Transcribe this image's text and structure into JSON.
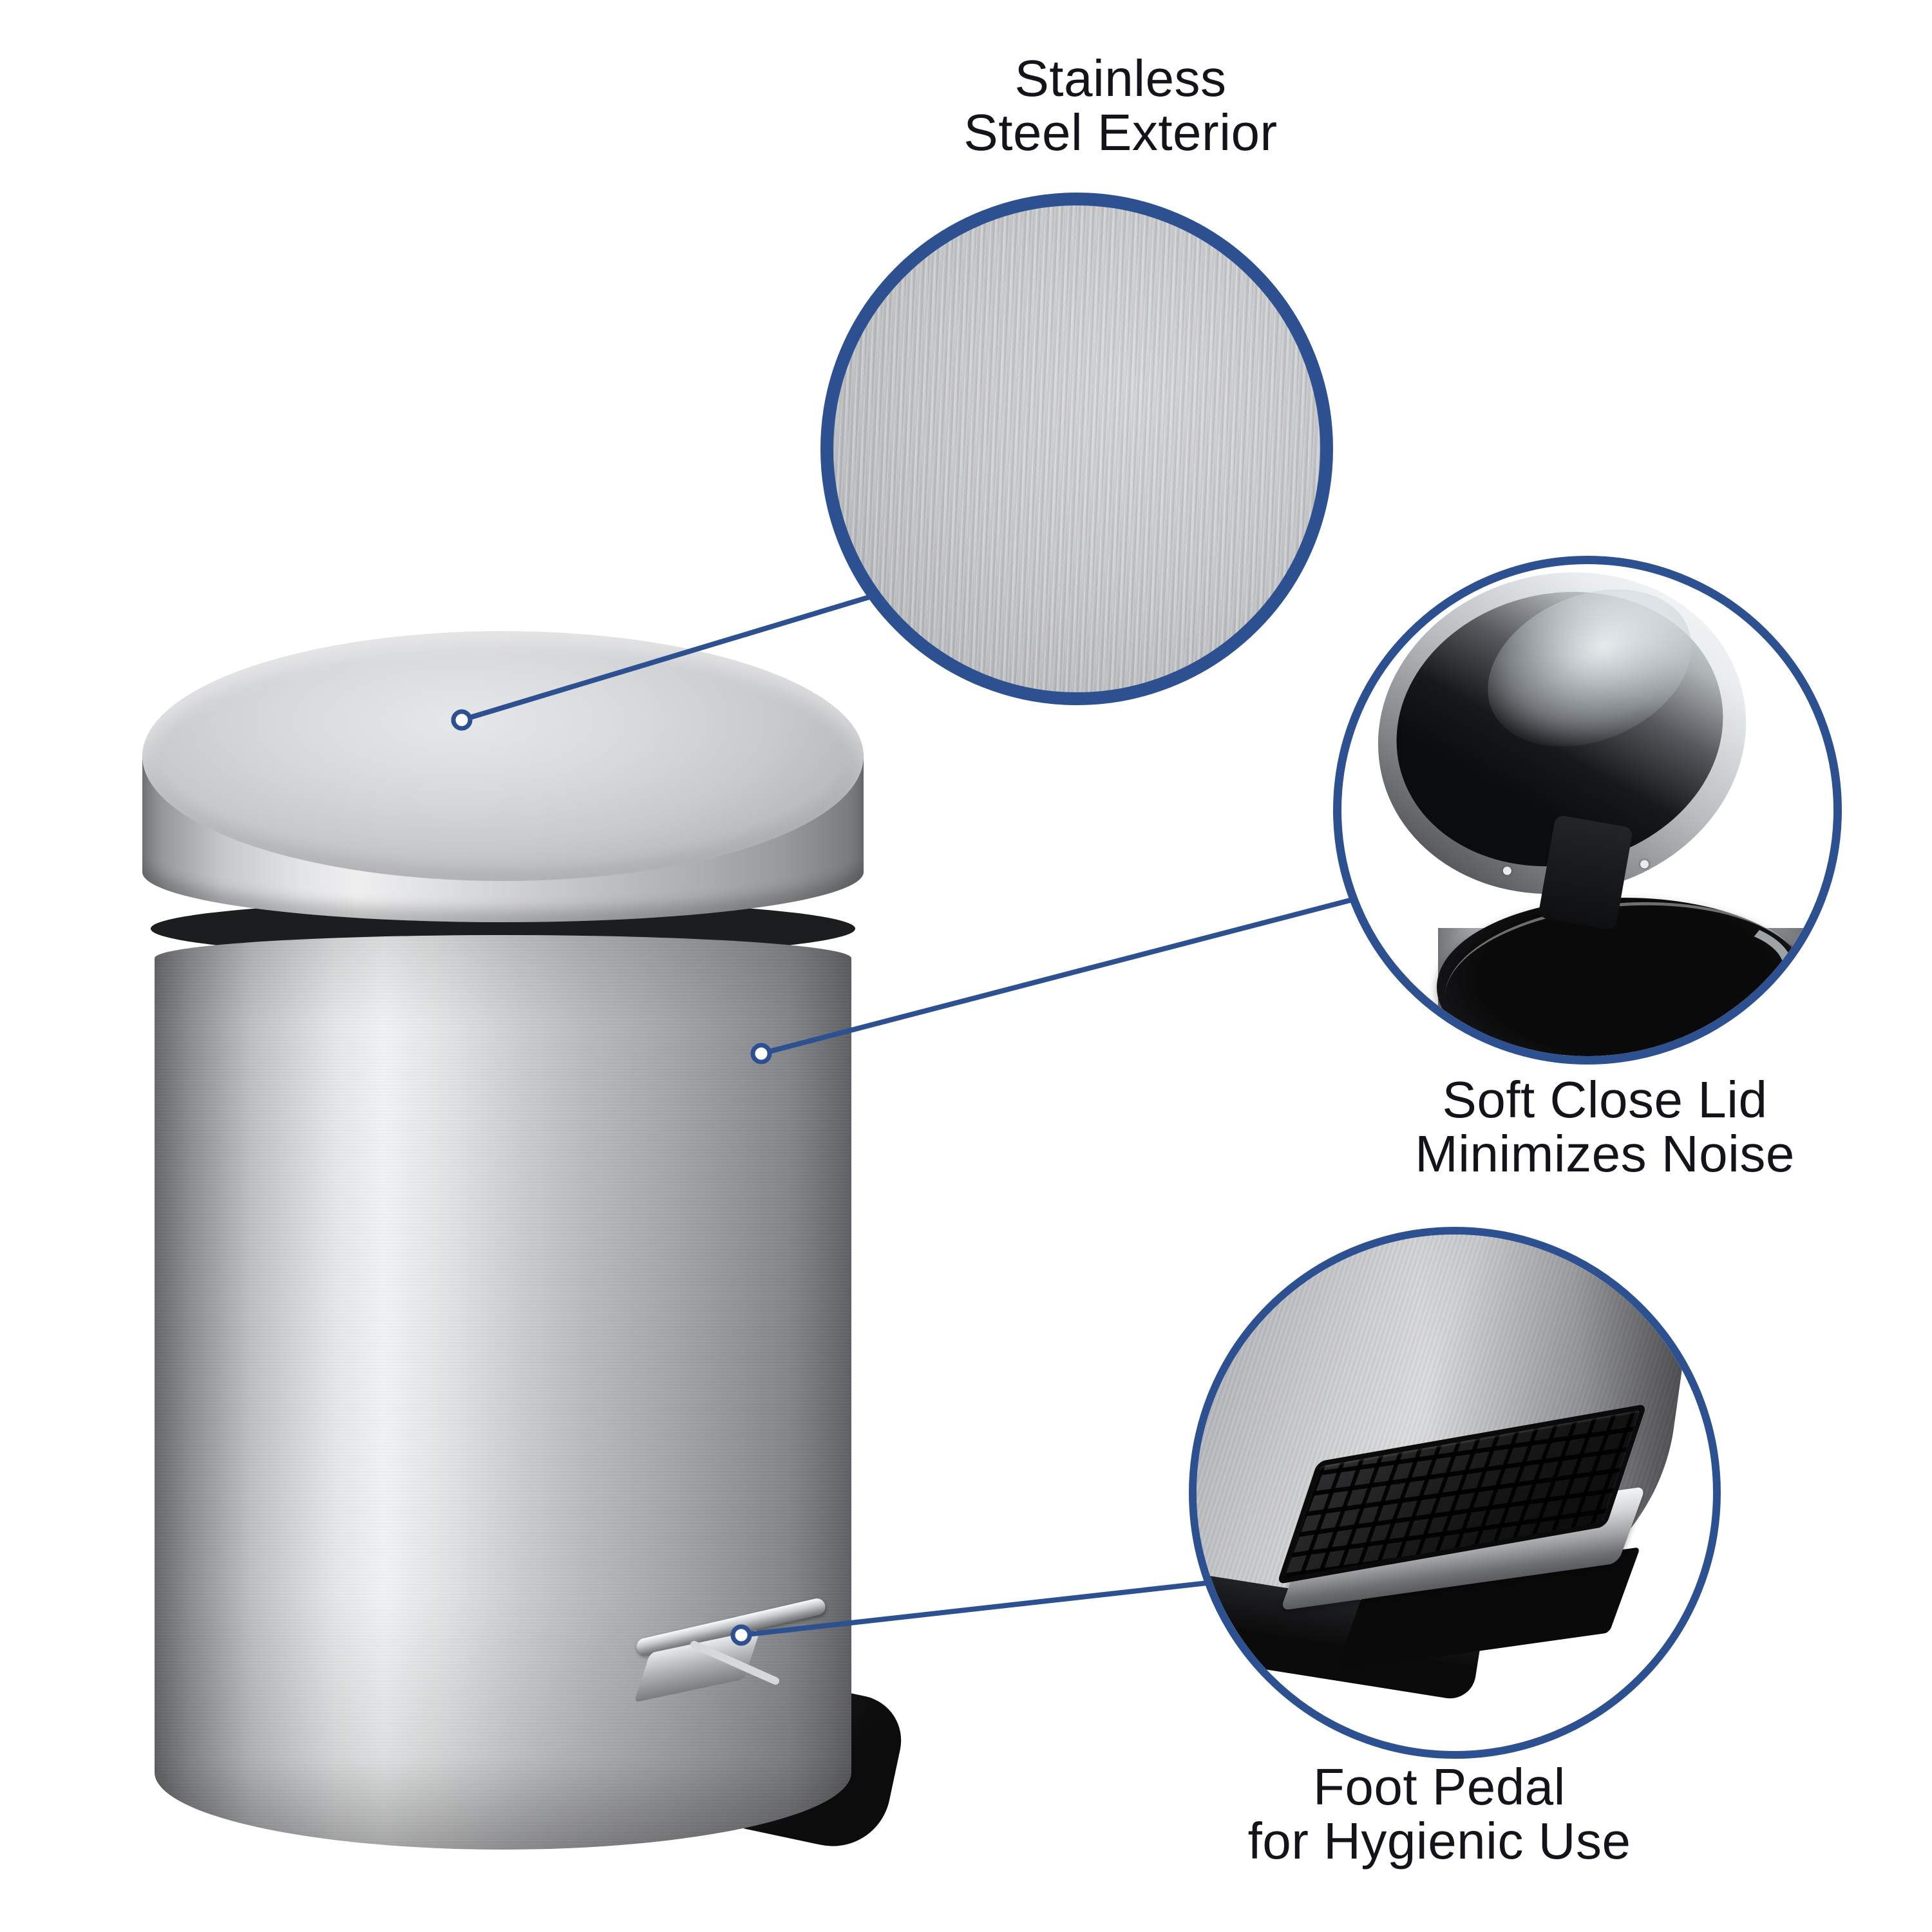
{
  "colors": {
    "accent": "#2d5190",
    "ink": "#121419",
    "background": "#ffffff"
  },
  "callouts": [
    {
      "id": "stainless-exterior",
      "lines": [
        "Stainless",
        "Steel Exterior"
      ]
    },
    {
      "id": "soft-close-lid",
      "lines": [
        "Soft Close Lid",
        "Minimizes Noise"
      ]
    },
    {
      "id": "foot-pedal",
      "lines": [
        "Foot Pedal",
        "for Hygienic Use"
      ]
    }
  ]
}
